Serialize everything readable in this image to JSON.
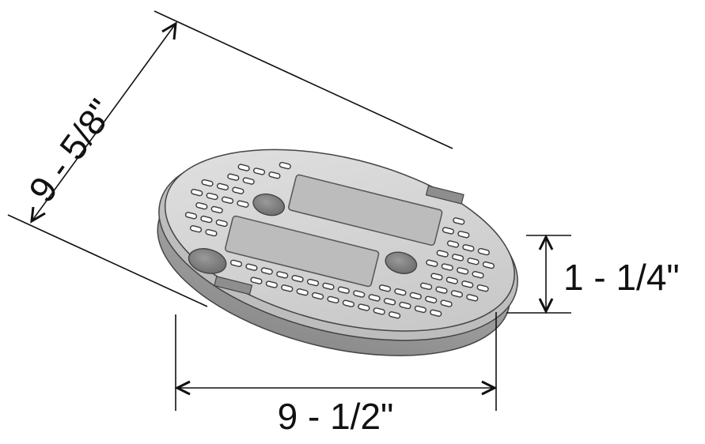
{
  "dimensions": {
    "diameter_label": "9 - 5/8\"",
    "width_label": "9 - 1/2\"",
    "height_label": "1 - 1/4\""
  },
  "colors": {
    "lid_top": "#cfcfcf",
    "lid_edge": "#9a9a9a",
    "lid_rim": "#b9b9b9",
    "panel": "#bdbdbd",
    "line": "#111111"
  }
}
